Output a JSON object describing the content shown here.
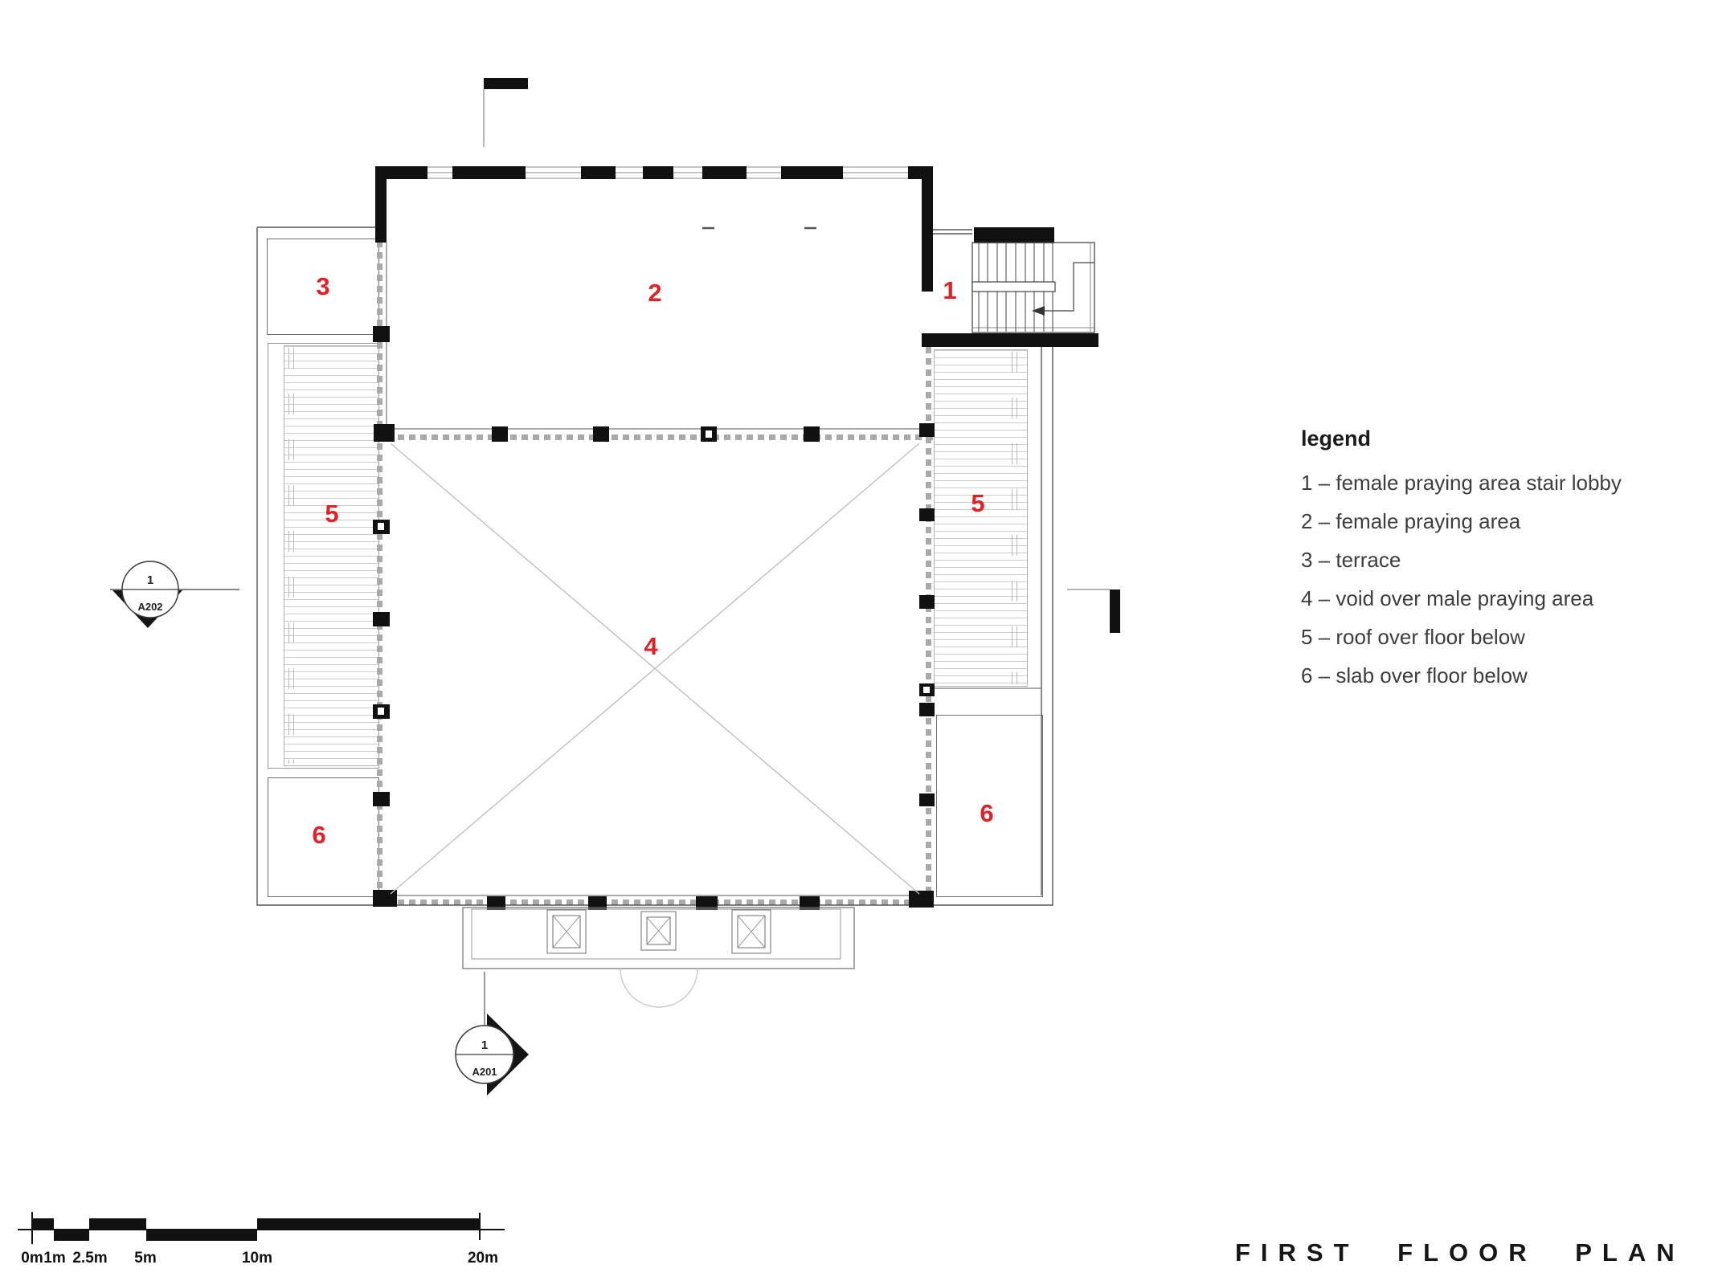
{
  "title": {
    "text": "FIRST FLOOR PLAN"
  },
  "legend": {
    "title": "legend",
    "items": [
      "1 – female praying area stair lobby",
      "2 – female praying area",
      "3 – terrace",
      "4 – void over male praying area",
      "5 – roof over floor below",
      "6 – slab over floor below"
    ]
  },
  "plan": {
    "room_labels": {
      "stair_lobby": "1",
      "female_praying_area": "2",
      "terrace": "3",
      "void": "4",
      "roof_left": "5",
      "roof_right": "5",
      "slab_left": "6",
      "slab_right": "6"
    }
  },
  "section_markers": {
    "left": {
      "number": "1",
      "sheet": "A202"
    },
    "bottom": {
      "number": "1",
      "sheet": "A201"
    }
  },
  "scale_bar": {
    "labels": [
      "0m",
      "1m",
      "2.5m",
      "5m",
      "10m",
      "20m"
    ]
  },
  "colors": {
    "label_red": "#e02228",
    "wall_black": "#111111",
    "dash_gray": "#a9a9a9",
    "hatch_gray": "#cbcbcb"
  }
}
